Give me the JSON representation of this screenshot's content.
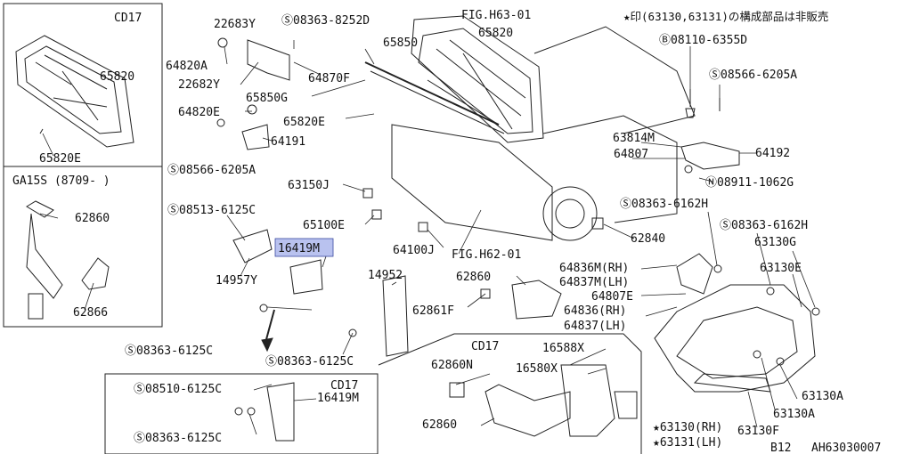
{
  "header_note": "★印(63130,63131)の構成部品は非販売",
  "footer": {
    "model": "B12",
    "diagram_id": "AH63030007"
  },
  "insets": {
    "hood_inset_title": "CD17",
    "duct_inset_title": "GA15S (8709-  )",
    "lower_left_inset_title": "CD17",
    "lower_right_inset_title": "CD17"
  },
  "labels": [
    {
      "id": "l1",
      "text": "65820",
      "kind": "part"
    },
    {
      "id": "l2",
      "text": "65820E",
      "kind": "part"
    },
    {
      "id": "l3",
      "text": "62860",
      "kind": "part"
    },
    {
      "id": "l4",
      "text": "62866",
      "kind": "part"
    },
    {
      "id": "l5",
      "text": "22683Y",
      "kind": "part"
    },
    {
      "id": "l6",
      "text": "Ⓢ08363-8252D",
      "kind": "part"
    },
    {
      "id": "l7",
      "text": "FIG.H63-01",
      "kind": "figref"
    },
    {
      "id": "l8",
      "text": "65820",
      "kind": "part"
    },
    {
      "id": "l9",
      "text": "65850",
      "kind": "part"
    },
    {
      "id": "l10",
      "text": "64820A",
      "kind": "part"
    },
    {
      "id": "l11",
      "text": "64870F",
      "kind": "part"
    },
    {
      "id": "l12",
      "text": "22682Y",
      "kind": "part"
    },
    {
      "id": "l13",
      "text": "65850G",
      "kind": "part"
    },
    {
      "id": "l14",
      "text": "64820E",
      "kind": "part"
    },
    {
      "id": "l15",
      "text": "65820E",
      "kind": "part"
    },
    {
      "id": "l16",
      "text": "64191",
      "kind": "part"
    },
    {
      "id": "l17",
      "text": "Ⓢ08566-6205A",
      "kind": "part"
    },
    {
      "id": "l18",
      "text": "63150J",
      "kind": "part"
    },
    {
      "id": "l19",
      "text": "Ⓢ08513-6125C",
      "kind": "part"
    },
    {
      "id": "l20",
      "text": "65100E",
      "kind": "part"
    },
    {
      "id": "l21",
      "text": "16419M",
      "kind": "part-selected"
    },
    {
      "id": "l22",
      "text": "64100J",
      "kind": "part"
    },
    {
      "id": "l23",
      "text": "14957Y",
      "kind": "part"
    },
    {
      "id": "l24",
      "text": "14952",
      "kind": "part"
    },
    {
      "id": "l25",
      "text": "FIG.H62-01",
      "kind": "figref"
    },
    {
      "id": "l26",
      "text": "62860",
      "kind": "part"
    },
    {
      "id": "l27",
      "text": "62861F",
      "kind": "part"
    },
    {
      "id": "l28",
      "text": "Ⓢ08363-6125C",
      "kind": "part"
    },
    {
      "id": "l29",
      "text": "Ⓢ08363-6125C",
      "kind": "part"
    },
    {
      "id": "l30",
      "text": "Ⓢ08510-6125C",
      "kind": "part"
    },
    {
      "id": "l31",
      "text": "16419M",
      "kind": "part"
    },
    {
      "id": "l32",
      "text": "Ⓢ08363-6125C",
      "kind": "part"
    },
    {
      "id": "l33",
      "text": "62860N",
      "kind": "part"
    },
    {
      "id": "l34",
      "text": "16588X",
      "kind": "part"
    },
    {
      "id": "l35",
      "text": "16580X",
      "kind": "part"
    },
    {
      "id": "l36",
      "text": "62860",
      "kind": "part"
    },
    {
      "id": "l37",
      "text": "Ⓑ08110-6355D",
      "kind": "part"
    },
    {
      "id": "l38",
      "text": "Ⓢ08566-6205A",
      "kind": "part"
    },
    {
      "id": "l39",
      "text": "63814M",
      "kind": "part"
    },
    {
      "id": "l40",
      "text": "64807",
      "kind": "part"
    },
    {
      "id": "l41",
      "text": "64192",
      "kind": "part"
    },
    {
      "id": "l42",
      "text": "Ⓝ08911-1062G",
      "kind": "part"
    },
    {
      "id": "l43",
      "text": "Ⓢ08363-6162H",
      "kind": "part"
    },
    {
      "id": "l44",
      "text": "Ⓢ08363-6162H",
      "kind": "part"
    },
    {
      "id": "l45",
      "text": "62840",
      "kind": "part"
    },
    {
      "id": "l46",
      "text": "63130G",
      "kind": "part"
    },
    {
      "id": "l47",
      "text": "64836M(RH)",
      "kind": "part"
    },
    {
      "id": "l48",
      "text": "64837M(LH)",
      "kind": "part"
    },
    {
      "id": "l49",
      "text": "63130E",
      "kind": "part"
    },
    {
      "id": "l50",
      "text": "64807E",
      "kind": "part"
    },
    {
      "id": "l51",
      "text": "64836(RH)",
      "kind": "part"
    },
    {
      "id": "l52",
      "text": "64837(LH)",
      "kind": "part"
    },
    {
      "id": "l53",
      "text": "63130A",
      "kind": "part"
    },
    {
      "id": "l54",
      "text": "63130A",
      "kind": "part"
    },
    {
      "id": "l55",
      "text": "63130F",
      "kind": "part"
    },
    {
      "id": "l56",
      "text": "★63130(RH)",
      "kind": "part"
    },
    {
      "id": "l57",
      "text": "★63131(LH)",
      "kind": "part"
    }
  ]
}
